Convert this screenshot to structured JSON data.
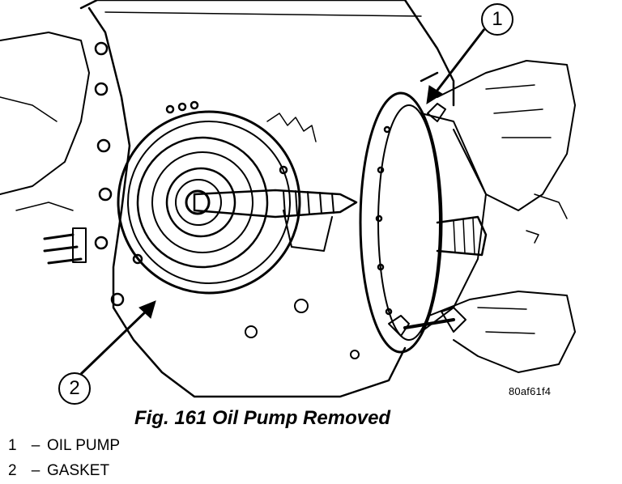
{
  "figure": {
    "id": "80af61f4",
    "caption": "Fig. 161 Oil Pump Removed",
    "callouts": [
      {
        "number": "1"
      },
      {
        "number": "2"
      }
    ]
  },
  "legend": [
    {
      "number": "1",
      "separator": "–",
      "label": "OIL PUMP"
    },
    {
      "number": "2",
      "separator": "–",
      "label": "GASKET"
    }
  ],
  "colors": {
    "ink": "#000000",
    "paper": "#ffffff"
  }
}
